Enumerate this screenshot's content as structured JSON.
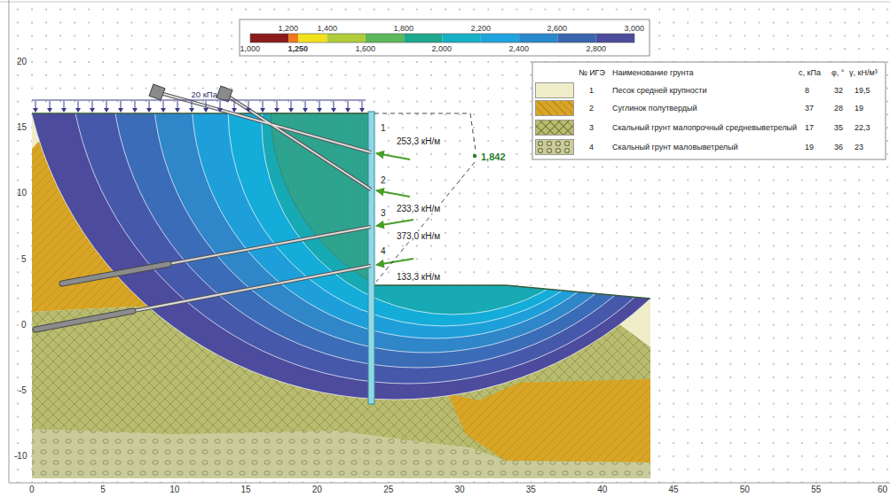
{
  "diagram": {
    "labels": [
      "1,200",
      "1,400",
      "1,800",
      "2,200",
      "2,600",
      "3,000",
      "1,000",
      "1,250",
      "1,600",
      "2,000",
      "2,400",
      "2,800",
      "№ ИГЭ",
      "Наименование грунта",
      "c, кПа",
      "φ, °",
      "γ, кН/м³",
      "1",
      "8",
      "32",
      "19,5",
      "2",
      "37",
      "28",
      "19",
      "3",
      "17",
      "35",
      "22,3",
      "4",
      "19",
      "36",
      "23",
      "20",
      "15",
      "10",
      "5",
      "0",
      "-5",
      "-10",
      "0",
      "5",
      "10",
      "15",
      "20",
      "25",
      "30",
      "35",
      "40",
      "45",
      "50",
      "55",
      "60",
      "20 кПа",
      "1,842",
      "1",
      "253,3 кН/м",
      "2",
      "233,3 кН/м",
      "3",
      "373,0 кН/м",
      "4",
      "133,3 кН/м"
    ],
    "legend": [
      {
        "text": "Песок средней крупности",
        "color": "#efecc8"
      },
      {
        "text": "Суглинок полутвердый",
        "color": "#d8a526"
      },
      {
        "text": "Скальный грунт малопрочный средневыветрелый",
        "color": "#b9bb6e"
      },
      {
        "text": "Скальный грунт маловыветрелый",
        "color": "#c9cc9a"
      }
    ]
  }
}
